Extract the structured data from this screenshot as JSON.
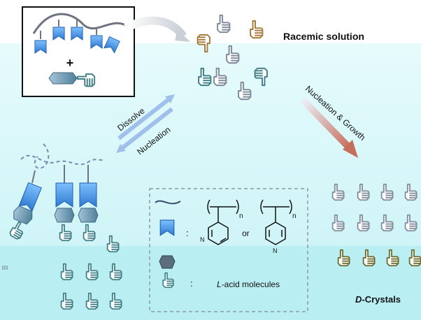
{
  "labels": {
    "racemic_solution": "Racemic solution",
    "nucleation_growth": "Nucleation & Growth",
    "dissolve": "Dissolve",
    "nucleation": "Nucleation",
    "plus": "+",
    "legend_n1": "n",
    "legend_n2": "n",
    "legend_or": "or",
    "legend_colon1": ":",
    "legend_colon2": ":",
    "legend_lacid_prefix": "L",
    "legend_lacid_rest": "-acid molecules",
    "dcrystals_prefix": "D",
    "dcrystals_rest": "-Crystals",
    "pyridine_n1": "N",
    "pyridine_n2": "N"
  },
  "colors": {
    "blue_tag": "#3b8ee6",
    "blue_dark": "#1f5fb0",
    "hand_teal": "#3f7f86",
    "hand_gray": "#7f8a9a",
    "hand_brown": "#a77a3a",
    "hand_olive": "#6a6a2a",
    "polymer": "#7a8ab0",
    "arrow_blue": "#7ea6e0",
    "arrow_red": "#c97a6a"
  }
}
